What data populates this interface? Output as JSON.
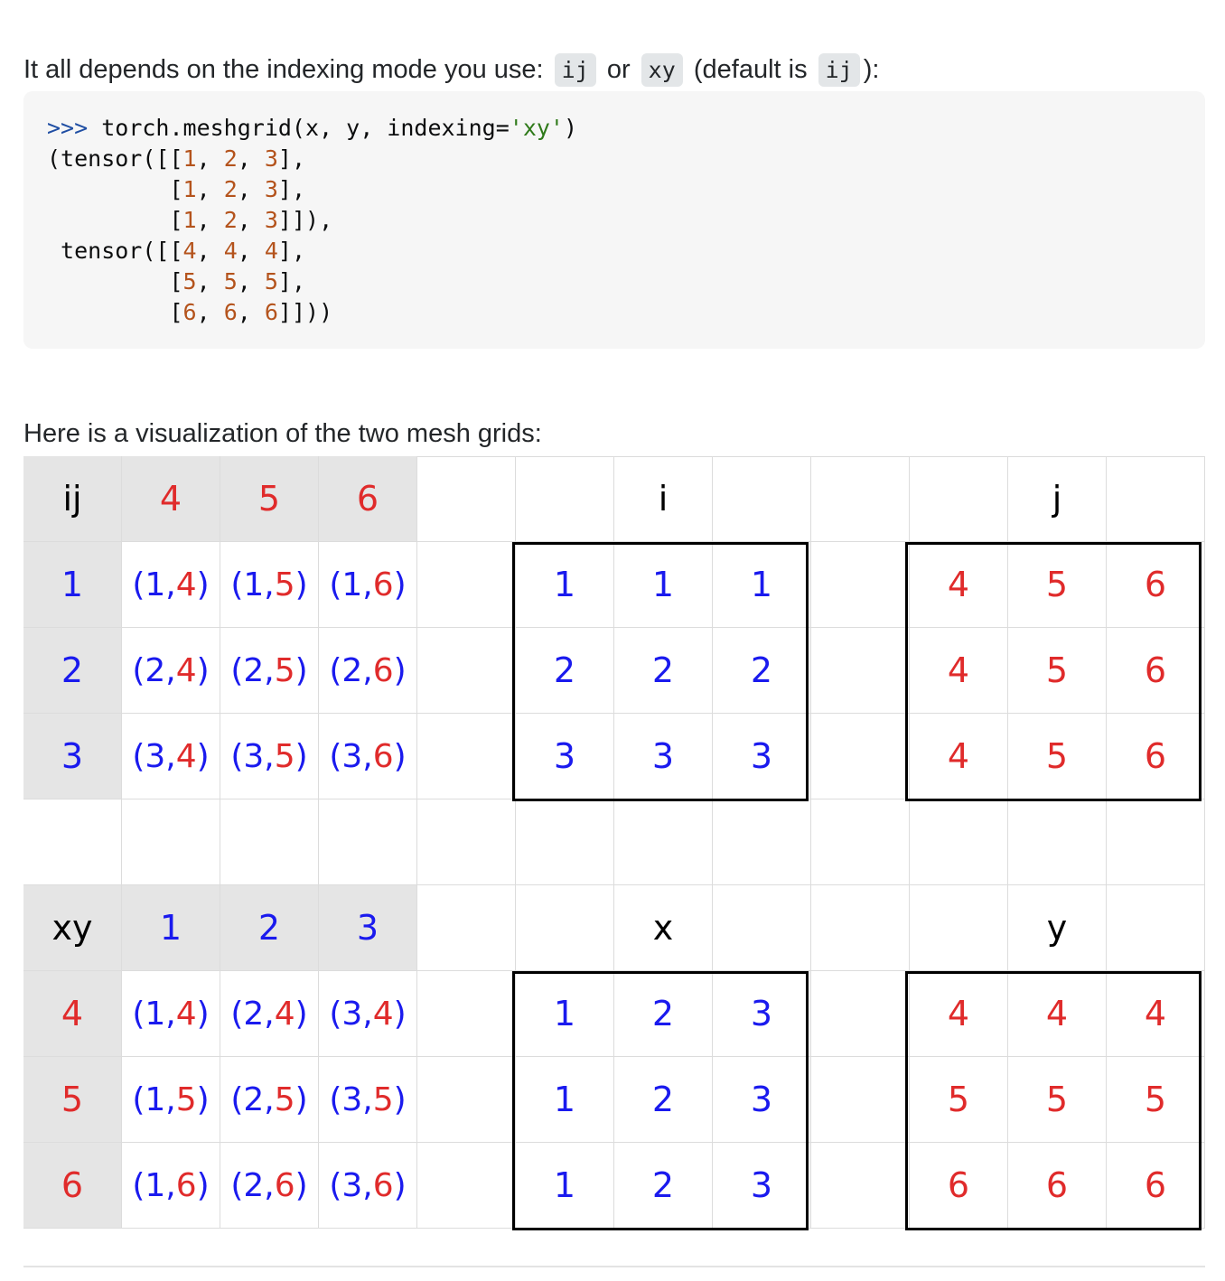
{
  "intro": {
    "text_before": "It all depends on the indexing mode you use:",
    "mode_a": "ij",
    "or_word": "or",
    "mode_b": "xy",
    "text_default": "(default is",
    "default_mode": "ij",
    "text_end": "):"
  },
  "code": {
    "lines": [
      [
        {
          "t": ">>> ",
          "c": "prompt"
        },
        {
          "t": "torch.meshgrid(x, y, indexing="
        },
        {
          "t": "'xy'",
          "c": "str"
        },
        {
          "t": ")"
        }
      ],
      [
        {
          "t": "(tensor([["
        },
        {
          "t": "1",
          "c": "num"
        },
        {
          "t": ", "
        },
        {
          "t": "2",
          "c": "num"
        },
        {
          "t": ", "
        },
        {
          "t": "3",
          "c": "num"
        },
        {
          "t": "],"
        }
      ],
      [
        {
          "t": "         ["
        },
        {
          "t": "1",
          "c": "num"
        },
        {
          "t": ", "
        },
        {
          "t": "2",
          "c": "num"
        },
        {
          "t": ", "
        },
        {
          "t": "3",
          "c": "num"
        },
        {
          "t": "],"
        }
      ],
      [
        {
          "t": "         ["
        },
        {
          "t": "1",
          "c": "num"
        },
        {
          "t": ", "
        },
        {
          "t": "2",
          "c": "num"
        },
        {
          "t": ", "
        },
        {
          "t": "3",
          "c": "num"
        },
        {
          "t": "]]),"
        }
      ],
      [
        {
          "t": " tensor([["
        },
        {
          "t": "4",
          "c": "num"
        },
        {
          "t": ", "
        },
        {
          "t": "4",
          "c": "num"
        },
        {
          "t": ", "
        },
        {
          "t": "4",
          "c": "num"
        },
        {
          "t": "],"
        }
      ],
      [
        {
          "t": "         ["
        },
        {
          "t": "5",
          "c": "num"
        },
        {
          "t": ", "
        },
        {
          "t": "5",
          "c": "num"
        },
        {
          "t": ", "
        },
        {
          "t": "5",
          "c": "num"
        },
        {
          "t": "],"
        }
      ],
      [
        {
          "t": "         ["
        },
        {
          "t": "6",
          "c": "num"
        },
        {
          "t": ", "
        },
        {
          "t": "6",
          "c": "num"
        },
        {
          "t": ", "
        },
        {
          "t": "6",
          "c": "num"
        },
        {
          "t": "]]))"
        }
      ]
    ]
  },
  "caption": "Here is a visualization of the two mesh grids:",
  "grid": {
    "colors": {
      "blue": "#1a1aee",
      "red": "#e02b2b",
      "header_bg": "#e5e5e5",
      "box_border": "#000000"
    },
    "rows": [
      [
        {
          "t": "ij",
          "c": "black",
          "g": 1
        },
        {
          "t": "4",
          "c": "red",
          "g": 1
        },
        {
          "t": "5",
          "c": "red",
          "g": 1
        },
        {
          "t": "6",
          "c": "red",
          "g": 1
        },
        {
          "t": ""
        },
        {
          "t": ""
        },
        {
          "t": "i",
          "c": "black"
        },
        {
          "t": ""
        },
        {
          "t": ""
        },
        {
          "t": ""
        },
        {
          "t": "j",
          "c": "black"
        },
        {
          "t": ""
        }
      ],
      [
        {
          "t": "1",
          "c": "blue",
          "g": 1
        },
        {
          "p": [
            "1",
            "4"
          ]
        },
        {
          "p": [
            "1",
            "5"
          ]
        },
        {
          "p": [
            "1",
            "6"
          ]
        },
        {
          "t": ""
        },
        {
          "t": "1",
          "c": "blue"
        },
        {
          "t": "1",
          "c": "blue"
        },
        {
          "t": "1",
          "c": "blue"
        },
        {
          "t": ""
        },
        {
          "t": "4",
          "c": "red"
        },
        {
          "t": "5",
          "c": "red"
        },
        {
          "t": "6",
          "c": "red"
        }
      ],
      [
        {
          "t": "2",
          "c": "blue",
          "g": 1
        },
        {
          "p": [
            "2",
            "4"
          ]
        },
        {
          "p": [
            "2",
            "5"
          ]
        },
        {
          "p": [
            "2",
            "6"
          ]
        },
        {
          "t": ""
        },
        {
          "t": "2",
          "c": "blue"
        },
        {
          "t": "2",
          "c": "blue"
        },
        {
          "t": "2",
          "c": "blue"
        },
        {
          "t": ""
        },
        {
          "t": "4",
          "c": "red"
        },
        {
          "t": "5",
          "c": "red"
        },
        {
          "t": "6",
          "c": "red"
        }
      ],
      [
        {
          "t": "3",
          "c": "blue",
          "g": 1
        },
        {
          "p": [
            "3",
            "4"
          ]
        },
        {
          "p": [
            "3",
            "5"
          ]
        },
        {
          "p": [
            "3",
            "6"
          ]
        },
        {
          "t": ""
        },
        {
          "t": "3",
          "c": "blue"
        },
        {
          "t": "3",
          "c": "blue"
        },
        {
          "t": "3",
          "c": "blue"
        },
        {
          "t": ""
        },
        {
          "t": "4",
          "c": "red"
        },
        {
          "t": "5",
          "c": "red"
        },
        {
          "t": "6",
          "c": "red"
        }
      ],
      [
        {
          "t": ""
        },
        {
          "t": ""
        },
        {
          "t": ""
        },
        {
          "t": ""
        },
        {
          "t": ""
        },
        {
          "t": ""
        },
        {
          "t": ""
        },
        {
          "t": ""
        },
        {
          "t": ""
        },
        {
          "t": ""
        },
        {
          "t": ""
        },
        {
          "t": ""
        }
      ],
      [
        {
          "t": "xy",
          "c": "black",
          "g": 1
        },
        {
          "t": "1",
          "c": "blue",
          "g": 1
        },
        {
          "t": "2",
          "c": "blue",
          "g": 1
        },
        {
          "t": "3",
          "c": "blue",
          "g": 1
        },
        {
          "t": ""
        },
        {
          "t": ""
        },
        {
          "t": "x",
          "c": "black"
        },
        {
          "t": ""
        },
        {
          "t": ""
        },
        {
          "t": ""
        },
        {
          "t": "y",
          "c": "black"
        },
        {
          "t": ""
        }
      ],
      [
        {
          "t": "4",
          "c": "red",
          "g": 1
        },
        {
          "p": [
            "1",
            "4"
          ]
        },
        {
          "p": [
            "2",
            "4"
          ]
        },
        {
          "p": [
            "3",
            "4"
          ]
        },
        {
          "t": ""
        },
        {
          "t": "1",
          "c": "blue"
        },
        {
          "t": "2",
          "c": "blue"
        },
        {
          "t": "3",
          "c": "blue"
        },
        {
          "t": ""
        },
        {
          "t": "4",
          "c": "red"
        },
        {
          "t": "4",
          "c": "red"
        },
        {
          "t": "4",
          "c": "red"
        }
      ],
      [
        {
          "t": "5",
          "c": "red",
          "g": 1
        },
        {
          "p": [
            "1",
            "5"
          ]
        },
        {
          "p": [
            "2",
            "5"
          ]
        },
        {
          "p": [
            "3",
            "5"
          ]
        },
        {
          "t": ""
        },
        {
          "t": "1",
          "c": "blue"
        },
        {
          "t": "2",
          "c": "blue"
        },
        {
          "t": "3",
          "c": "blue"
        },
        {
          "t": ""
        },
        {
          "t": "5",
          "c": "red"
        },
        {
          "t": "5",
          "c": "red"
        },
        {
          "t": "5",
          "c": "red"
        }
      ],
      [
        {
          "t": "6",
          "c": "red",
          "g": 1
        },
        {
          "p": [
            "1",
            "6"
          ]
        },
        {
          "p": [
            "2",
            "6"
          ]
        },
        {
          "p": [
            "3",
            "6"
          ]
        },
        {
          "t": ""
        },
        {
          "t": "1",
          "c": "blue"
        },
        {
          "t": "2",
          "c": "blue"
        },
        {
          "t": "3",
          "c": "blue"
        },
        {
          "t": ""
        },
        {
          "t": "6",
          "c": "red"
        },
        {
          "t": "6",
          "c": "red"
        },
        {
          "t": "6",
          "c": "red"
        }
      ]
    ]
  }
}
